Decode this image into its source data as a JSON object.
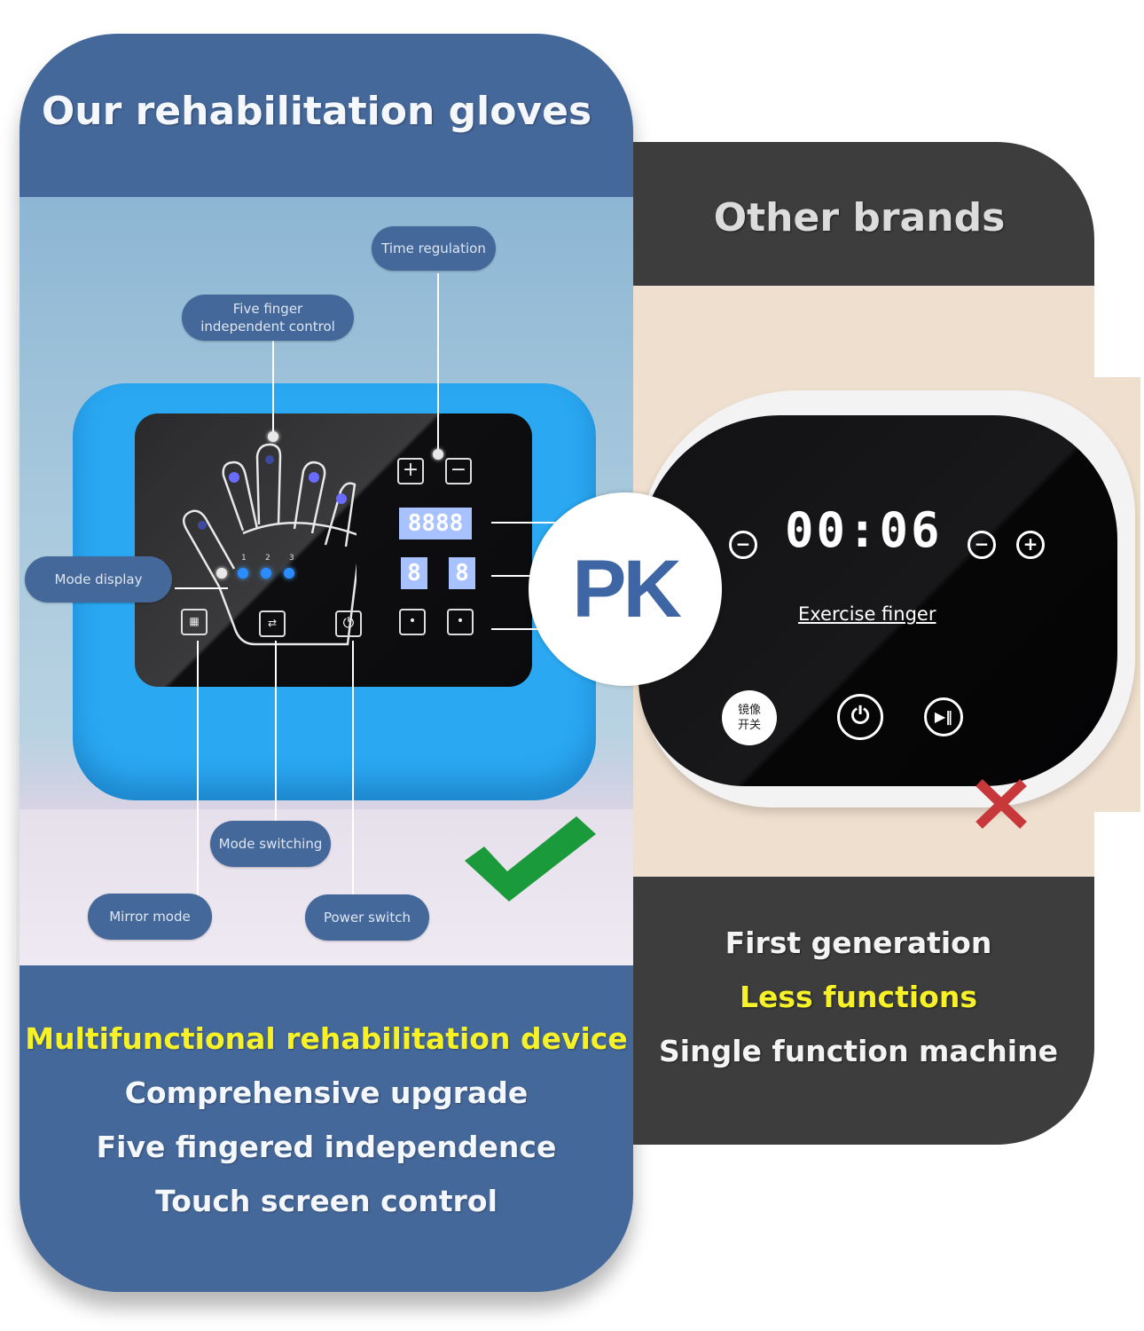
{
  "left": {
    "title": "Our rehabilitation gloves",
    "callouts": {
      "time_regulation": "Time regulation",
      "five_finger_line1": "Five finger",
      "five_finger_line2": "independent control",
      "mode_display": "Mode display",
      "mode_switching": "Mode switching",
      "mirror_mode": "Mirror mode",
      "power_switch": "Power switch"
    },
    "device": {
      "time_display": "8888",
      "digit_left": "8",
      "digit_right": "8",
      "mode_numbers": [
        "1",
        "2",
        "3"
      ],
      "plus_key": "+",
      "minus_key": "−"
    },
    "verdict_icon": "check-icon",
    "features": [
      "Multifunctional rehabilitation device",
      "Comprehensive upgrade",
      "Five fingered independence",
      "Touch screen control"
    ]
  },
  "versus": {
    "label": "PK"
  },
  "right": {
    "title": "Other brands",
    "device": {
      "time_display": "00:06",
      "label": "Exercise finger",
      "mirror_button_line1": "镜像",
      "mirror_button_line2": "开关"
    },
    "verdict_icon": "cross-icon",
    "features": [
      "First generation",
      "Less functions",
      "Single function machine"
    ]
  },
  "colors": {
    "left_card": "#45689b",
    "right_card": "#3d3d3d",
    "highlight_yellow": "#f6f227",
    "check_green": "#1a9a3a",
    "cross_red": "#c8383a",
    "pk_blue": "#3f66a4"
  }
}
